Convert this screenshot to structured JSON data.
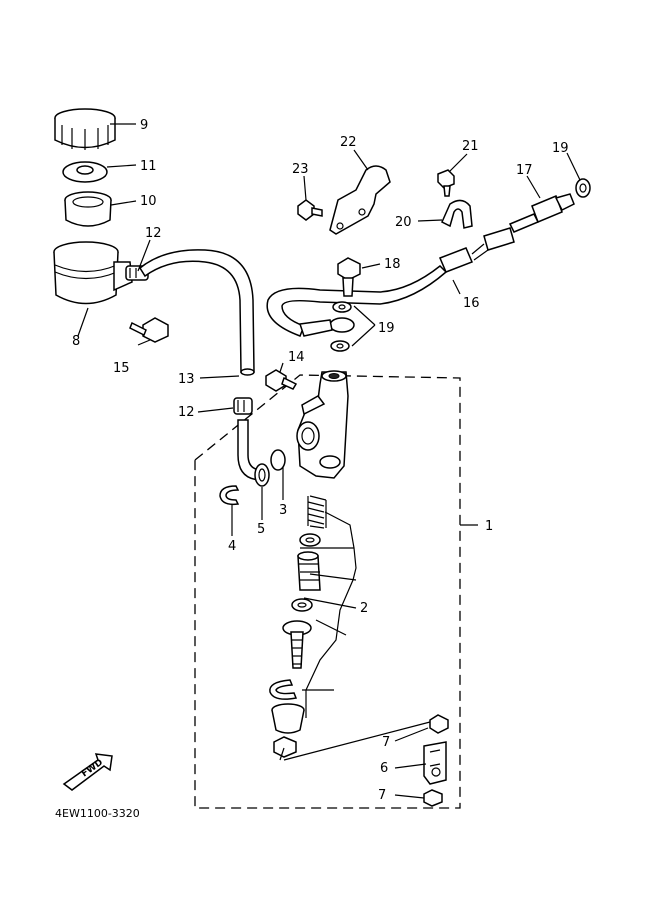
{
  "diagram": {
    "drawing_code": "4EW1100-3320",
    "fwd_label": "FWD",
    "callouts": {
      "c1": "1",
      "c2": "2",
      "c3": "3",
      "c4": "4",
      "c5": "5",
      "c6": "6",
      "c7a": "7",
      "c7b": "7",
      "c8": "8",
      "c9": "9",
      "c10": "10",
      "c11": "11",
      "c12a": "12",
      "c12b": "12",
      "c13": "13",
      "c14": "14",
      "c15": "15",
      "c16": "16",
      "c17": "17",
      "c18": "18",
      "c19a": "19",
      "c19b": "19",
      "c20": "20",
      "c21": "21",
      "c22": "22",
      "c23": "23"
    }
  }
}
